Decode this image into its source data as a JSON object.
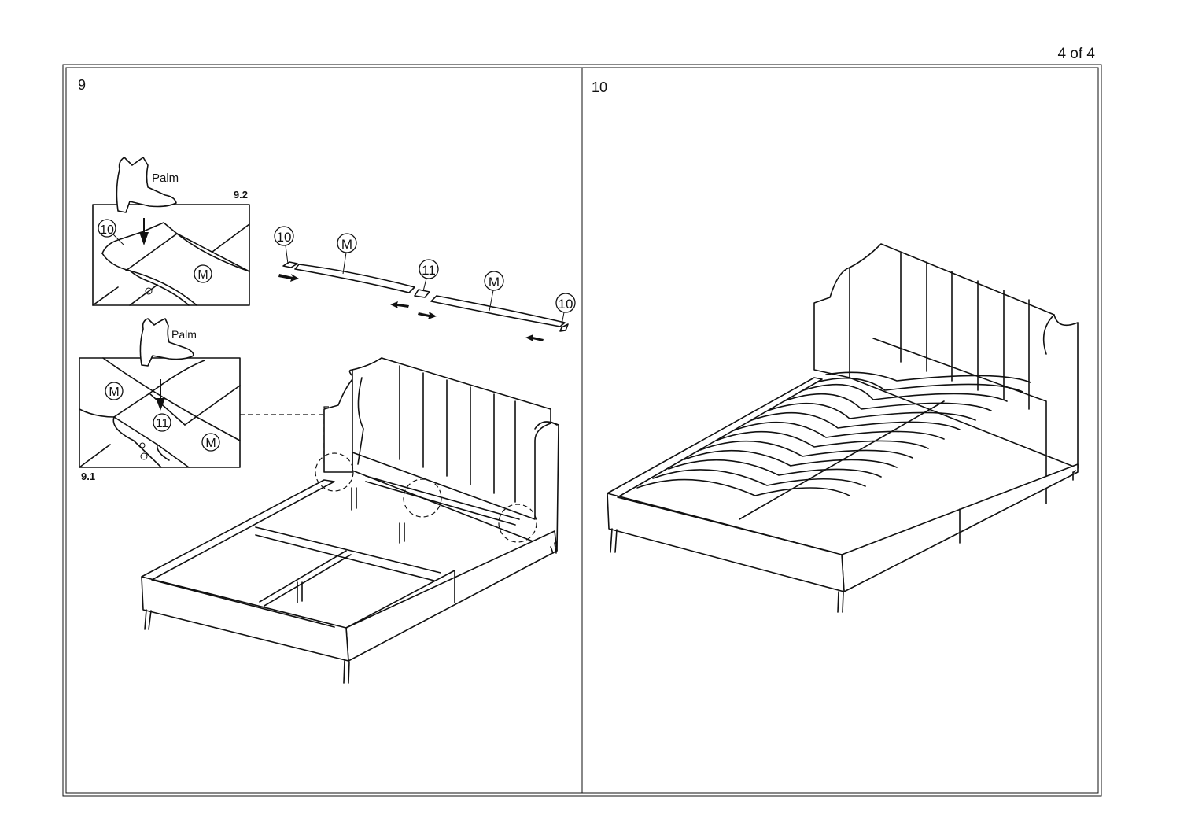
{
  "page": {
    "page_number": "4 of 4"
  },
  "step9": {
    "step_number": "9",
    "inset_top": {
      "label": "9.2",
      "hand_label": "Palm",
      "part_a": "10",
      "part_b": "M"
    },
    "inset_bottom": {
      "label": "9.1",
      "hand_label": "Palm",
      "part_a": "M",
      "part_b": "11",
      "part_c": "M"
    },
    "slat_diagram": {
      "left_cap": "10",
      "left_slat": "M",
      "connector": "11",
      "right_slat": "M",
      "right_cap": "10"
    }
  },
  "step10": {
    "step_number": "10"
  }
}
